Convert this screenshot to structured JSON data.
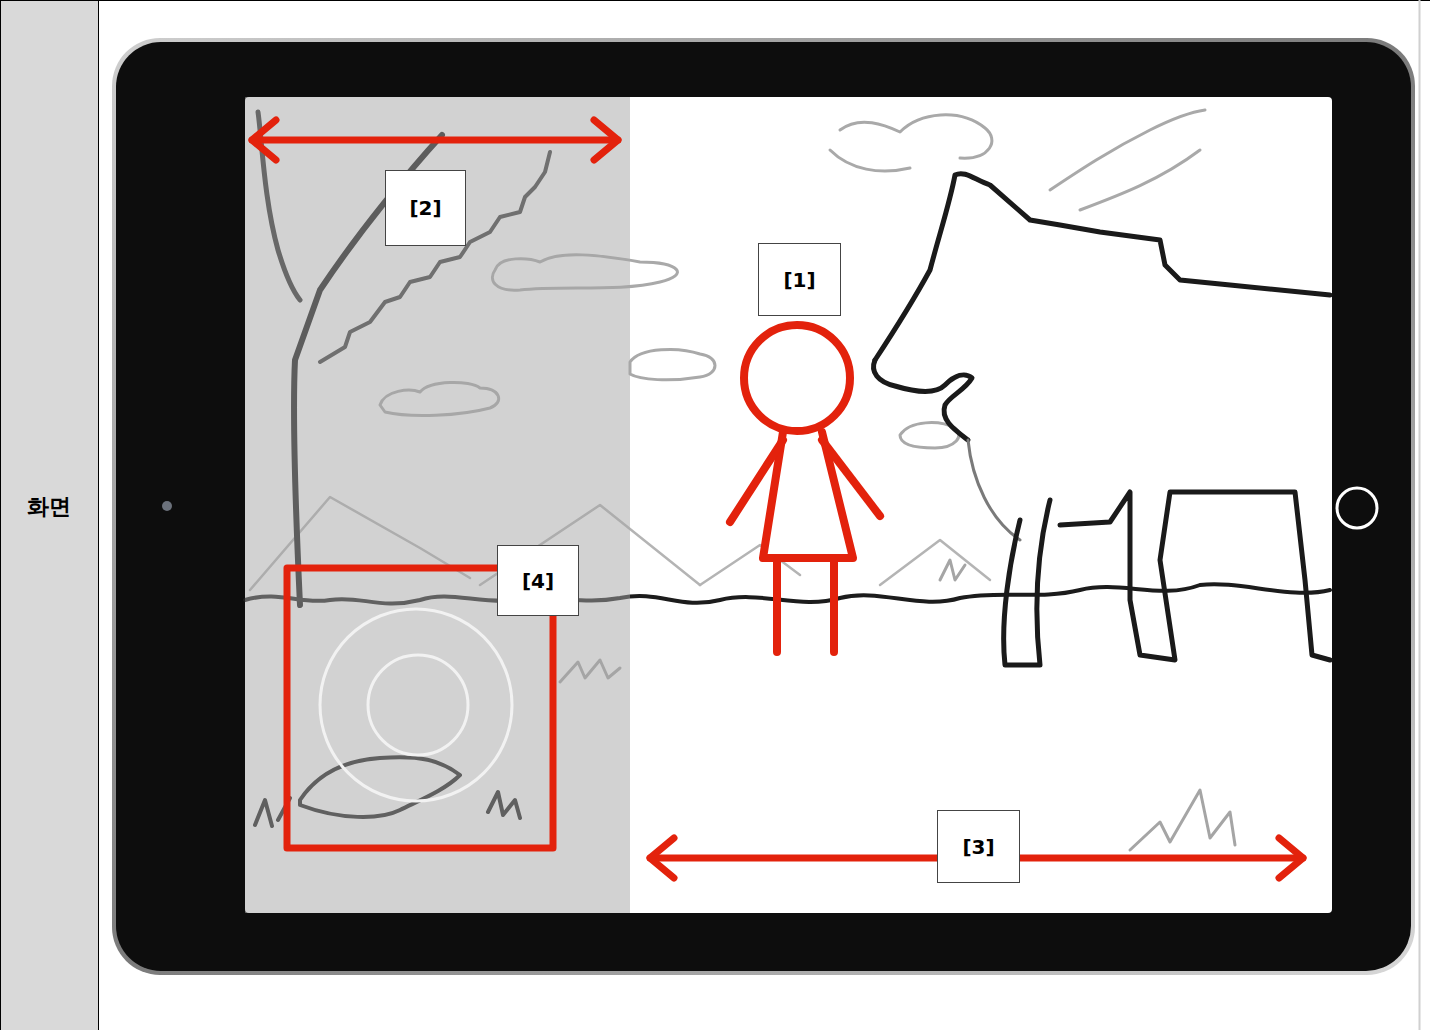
{
  "diagram": {
    "nodes": [
      {
        "text": [
          "[2]"
        ]
      },
      {
        "text": [
          "[1]"
        ]
      },
      {
        "text": [
          "[4]"
        ]
      },
      {
        "text": [
          "[3]"
        ]
      }
    ],
    "labels": [
      "화면"
    ]
  }
}
